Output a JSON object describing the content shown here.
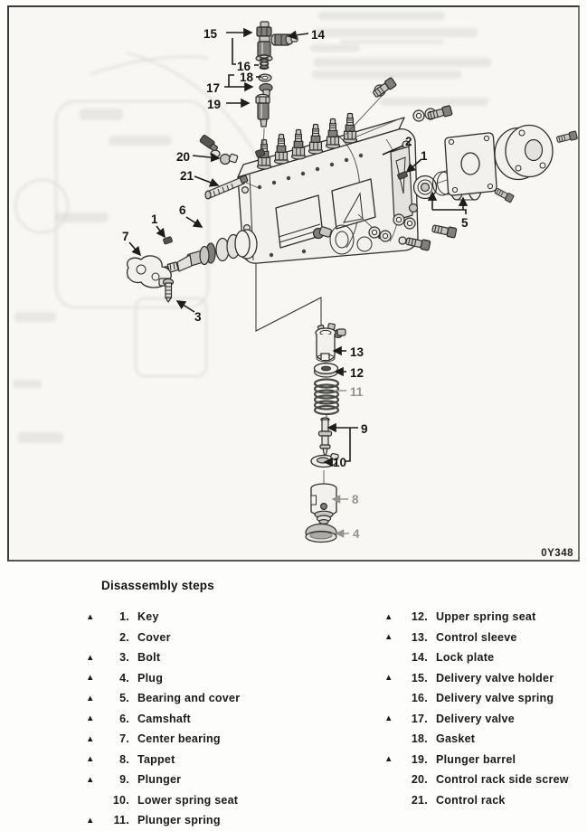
{
  "figure": {
    "code": "0Y348",
    "callouts": [
      "15",
      "14",
      "16",
      "18",
      "17",
      "19",
      "20",
      "21",
      "2",
      "1",
      "5",
      "1",
      "6",
      "7",
      "3",
      "13",
      "12",
      "11",
      "9",
      "10",
      "8",
      "4"
    ]
  },
  "legend": {
    "heading": "Disassembly steps",
    "left": [
      {
        "marker": "▲",
        "num": "1.",
        "label": "Key"
      },
      {
        "marker": "",
        "num": "2.",
        "label": "Cover"
      },
      {
        "marker": "▲",
        "num": "3.",
        "label": "Bolt"
      },
      {
        "marker": "▲",
        "num": "4.",
        "label": "Plug"
      },
      {
        "marker": "▲",
        "num": "5.",
        "label": "Bearing and cover"
      },
      {
        "marker": "▲",
        "num": "6.",
        "label": "Camshaft"
      },
      {
        "marker": "▲",
        "num": "7.",
        "label": "Center bearing"
      },
      {
        "marker": "▲",
        "num": "8.",
        "label": "Tappet"
      },
      {
        "marker": "▲",
        "num": "9.",
        "label": "Plunger"
      },
      {
        "marker": "",
        "num": "10.",
        "label": "Lower spring seat"
      },
      {
        "marker": "▲",
        "num": "11.",
        "label": "Plunger spring"
      }
    ],
    "right": [
      {
        "marker": "▲",
        "num": "12.",
        "label": "Upper spring seat"
      },
      {
        "marker": "▲",
        "num": "13.",
        "label": "Control sleeve"
      },
      {
        "marker": "",
        "num": "14.",
        "label": "Lock plate"
      },
      {
        "marker": "▲",
        "num": "15.",
        "label": "Delivery valve holder"
      },
      {
        "marker": "",
        "num": "16.",
        "label": "Delivery valve spring"
      },
      {
        "marker": "▲",
        "num": "17.",
        "label": "Delivery valve"
      },
      {
        "marker": "",
        "num": "18.",
        "label": "Gasket"
      },
      {
        "marker": "▲",
        "num": "19.",
        "label": "Plunger barrel"
      },
      {
        "marker": "",
        "num": "20.",
        "label": "Control rack side screw"
      },
      {
        "marker": "",
        "num": "21.",
        "label": "Control rack"
      }
    ]
  }
}
